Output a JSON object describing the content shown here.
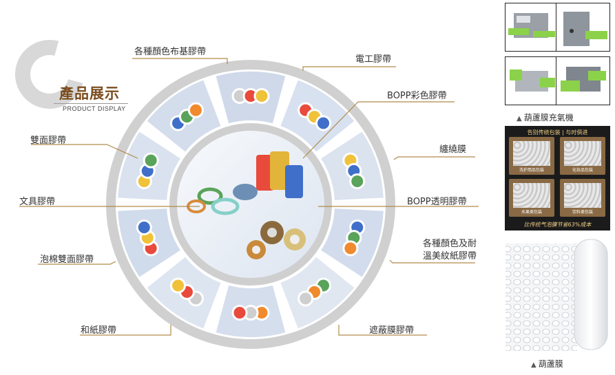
{
  "logo": {
    "title": "產品展示",
    "subtitle": "PRODUCT DISPLAY"
  },
  "labels": {
    "colored_cloth": "各種顏色布基膠帶",
    "electrical": "電工膠帶",
    "bopp_color": "BOPP彩色膠帶",
    "double_sided": "雙面膠帶",
    "stretch_film": "纏繞膜",
    "stationery": "文具膠帶",
    "bopp_clear": "BOPP透明膠帶",
    "foam_double": "泡棉雙面膠帶",
    "crepe_line1": "各種顏色及耐",
    "crepe_line2": "溫美紋紙膠帶",
    "washi": "和紙膠帶",
    "masking_film": "遮蔽膜膠帶"
  },
  "right": {
    "machine_caption": "葫蘆膜充氣機",
    "promo_top": "告别传统包装 | 与时俱进",
    "promo_cells": [
      "洗护用品包装",
      "化妆品包装",
      "水果类包装",
      "饮料类包装"
    ],
    "promo_bottom": "比传统气泡膜节省63%成本",
    "bubble_caption": "葫蘆膜"
  },
  "colors": {
    "ring": "#c9c9c9",
    "leader": "#b08a4a",
    "logo_brown": "#7a4c1e",
    "segment": "#dfe6f2",
    "promo_gold": "#f2d086",
    "machine_green": "#8bd24a"
  }
}
